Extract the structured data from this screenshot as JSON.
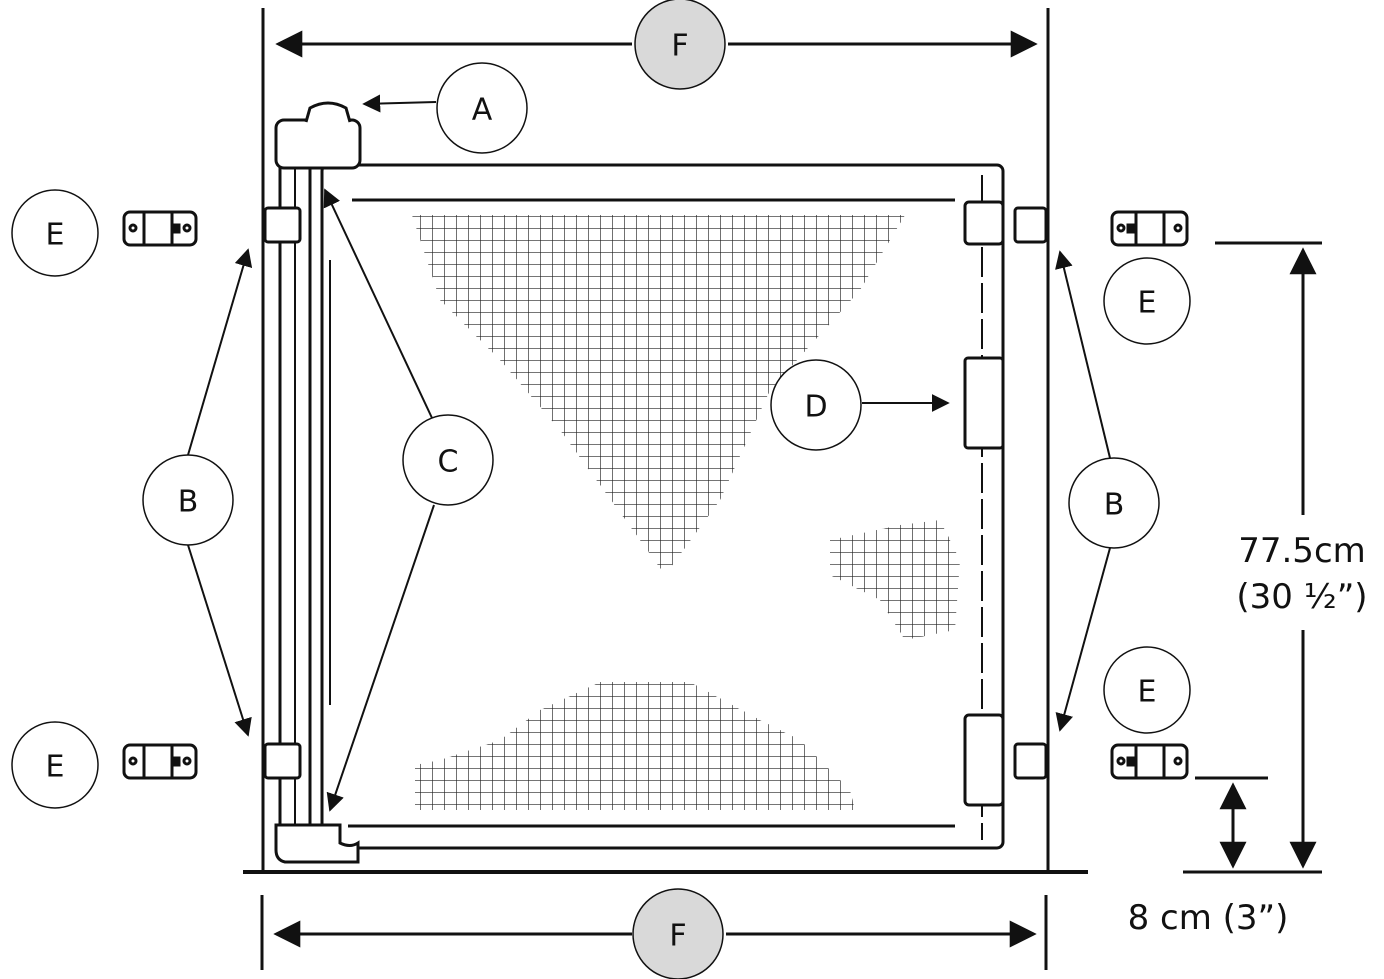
{
  "labels": {
    "a": "A",
    "b_left": "B",
    "b_right": "B",
    "c": "C",
    "d": "D",
    "e_top_left": "E",
    "e_bottom_left": "E",
    "e_top_right": "E",
    "e_bottom_right": "E",
    "f_top": "F",
    "f_bottom": "F"
  },
  "dimensions": {
    "height_metric": "77.5cm",
    "height_imperial": "(30 ½”)",
    "floor_clearance": "8 cm (3”)"
  },
  "colors": {
    "line": "#111111",
    "f_circle_fill": "#d9d9d9"
  }
}
